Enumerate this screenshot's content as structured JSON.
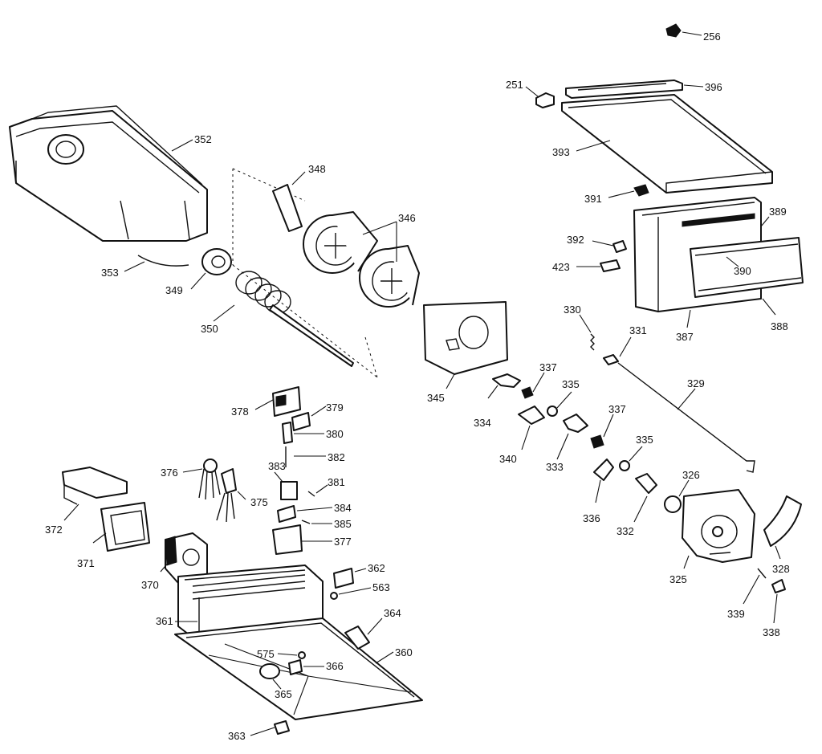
{
  "colors": {
    "ink": "#111111",
    "paper": "#ffffff"
  },
  "labels": {
    "p256": "256",
    "p251": "251",
    "p396": "396",
    "p352": "352",
    "p393": "393",
    "p348": "348",
    "p346": "346",
    "p391": "391",
    "p389": "389",
    "p392": "392",
    "p390": "390",
    "p423": "423",
    "p353": "353",
    "p349": "349",
    "p350": "350",
    "p345": "345",
    "p330": "330",
    "p331": "331",
    "p387": "387",
    "p388": "388",
    "p337a": "337",
    "p335a": "335",
    "p329": "329",
    "p334": "334",
    "p378": "378",
    "p379": "379",
    "p380": "380",
    "p382": "382",
    "p376": "376",
    "p383": "383",
    "p381": "381",
    "p375": "375",
    "p384": "384",
    "p385": "385",
    "p377": "377",
    "p340": "340",
    "p333": "333",
    "p337b": "337",
    "p335b": "335",
    "p336": "336",
    "p332": "332",
    "p326": "326",
    "p372": "372",
    "p371": "371",
    "p370": "370",
    "p362": "362",
    "p563": "563",
    "p361": "361",
    "p364": "364",
    "p575": "575",
    "p360": "360",
    "p366": "366",
    "p365": "365",
    "p363": "363",
    "p325": "325",
    "p328": "328",
    "p339": "339",
    "p338": "338"
  }
}
